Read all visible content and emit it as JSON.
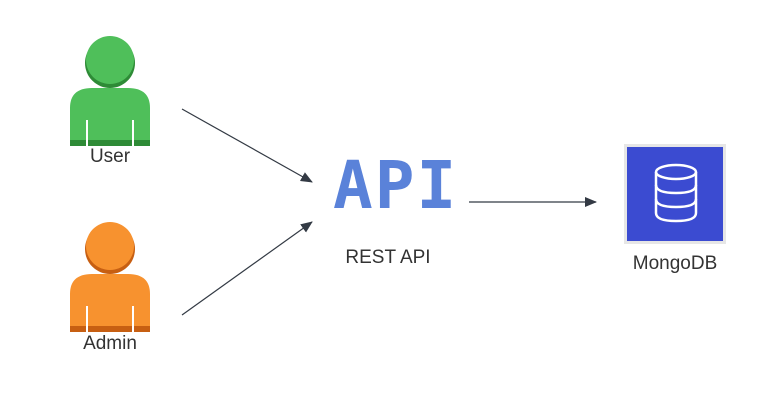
{
  "nodes": {
    "user": {
      "label": "User",
      "icon": "person-icon",
      "color": "#4fbf5a",
      "shade": "#2e8b36"
    },
    "admin": {
      "label": "Admin",
      "icon": "person-icon",
      "color": "#f7922f",
      "shade": "#c75f12"
    },
    "api": {
      "title": "API",
      "label": "REST API",
      "icon": "api-logo",
      "color": "#5a82d9"
    },
    "database": {
      "label": "MongoDB",
      "icon": "database-icon",
      "color": "#3b4bd1"
    }
  },
  "edges": [
    {
      "from": "user",
      "to": "api"
    },
    {
      "from": "admin",
      "to": "api"
    },
    {
      "from": "api",
      "to": "database"
    }
  ]
}
